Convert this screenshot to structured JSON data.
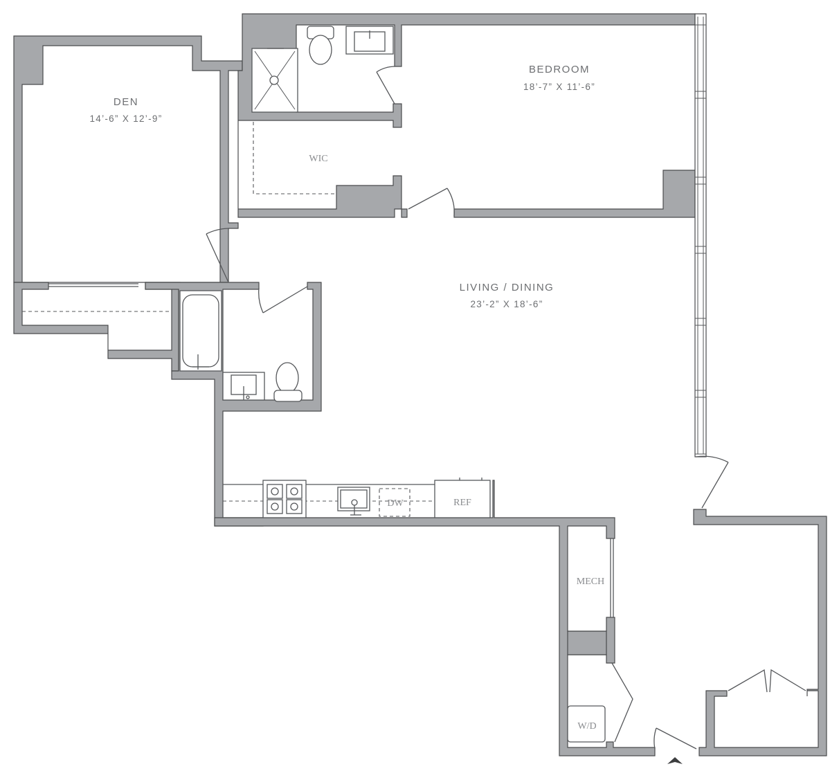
{
  "rooms": {
    "den": {
      "name": "DEN",
      "dims": "14’-6” X 12’-9”"
    },
    "bedroom": {
      "name": "BEDROOM",
      "dims": "18’-7” X 11’-6”"
    },
    "living": {
      "name": "LIVING / DINING",
      "dims": "23’-2” X 18’-6”"
    }
  },
  "labels": {
    "wic": "WIC",
    "ref": "REF",
    "dw": "DW",
    "mech": "MECH",
    "wd": "W/D"
  },
  "colors": {
    "wall_fill": "#a6a8ab",
    "line": "#55575a",
    "text": "#6d6f72"
  },
  "icons": {
    "entry": "entry-arrow-icon"
  }
}
